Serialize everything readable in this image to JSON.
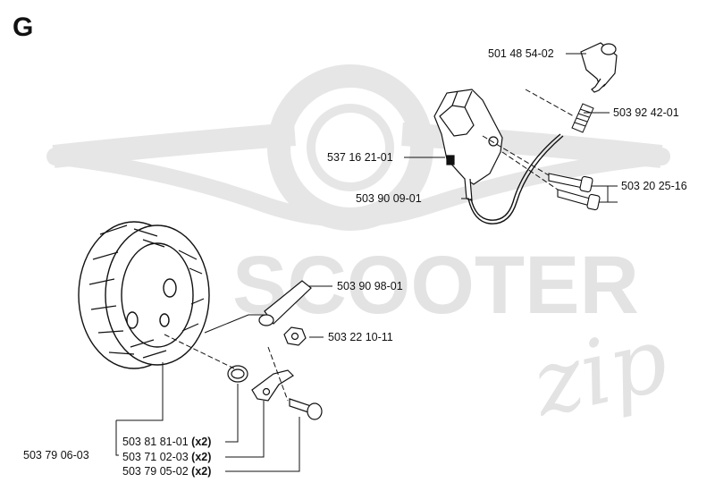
{
  "section": "G",
  "watermark": {
    "brand_text": "SCOOTER",
    "script_text": "zip"
  },
  "parts": [
    {
      "id": "cap",
      "number": "501 48 54-02",
      "qty": ""
    },
    {
      "id": "spring",
      "number": "503 92 42-01",
      "qty": ""
    },
    {
      "id": "ignition-module",
      "number": "537 16 21-01",
      "qty": ""
    },
    {
      "id": "screws",
      "number": "503 20 25-16",
      "qty": ""
    },
    {
      "id": "cable",
      "number": "503 90 09-01",
      "qty": ""
    },
    {
      "id": "plate",
      "number": "503 90 98-01",
      "qty": ""
    },
    {
      "id": "nut",
      "number": "503 22 10-11",
      "qty": ""
    },
    {
      "id": "flywheel",
      "number": "503 79 06-03",
      "qty": ""
    },
    {
      "id": "pawl-spring",
      "number": "503 81 81-01",
      "qty": "(x2)"
    },
    {
      "id": "pawl",
      "number": "503 71 02-03",
      "qty": "(x2)"
    },
    {
      "id": "pawl-pin",
      "number": "503 79 05-02",
      "qty": "(x2)"
    }
  ]
}
